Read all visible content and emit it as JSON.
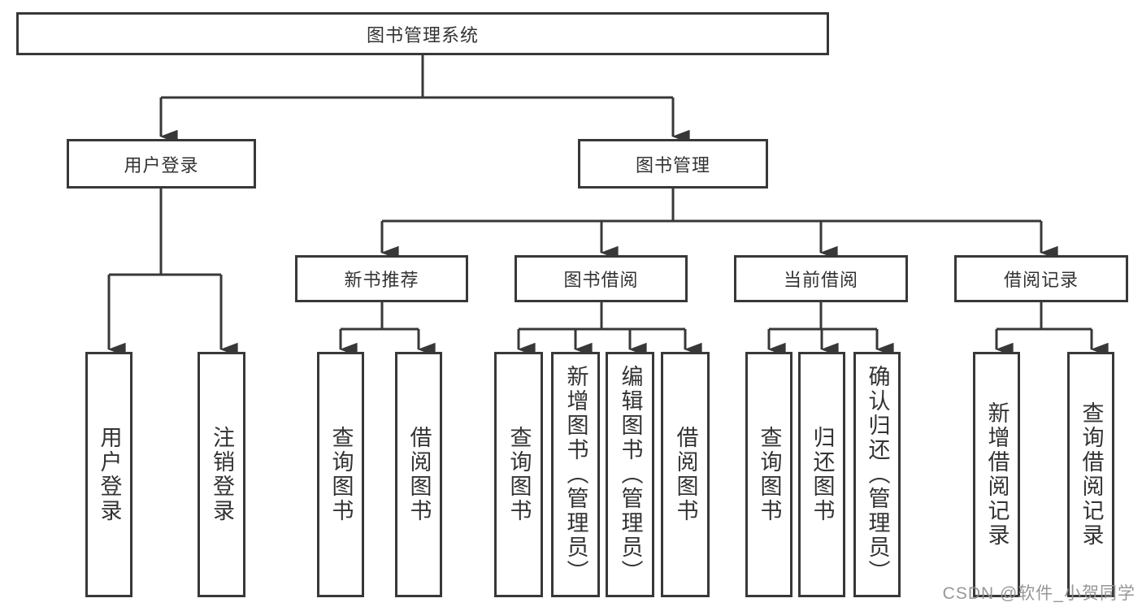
{
  "diagram": {
    "title": "图书管理系统",
    "branches": [
      {
        "label": "用户登录",
        "children": [
          {
            "label": "用户登录"
          },
          {
            "label": "注销登录"
          }
        ]
      },
      {
        "label": "图书管理",
        "children": [
          {
            "label": "新书推荐",
            "children": [
              {
                "label": "查询图书"
              },
              {
                "label": "借阅图书"
              }
            ]
          },
          {
            "label": "图书借阅",
            "children": [
              {
                "label": "查询图书"
              },
              {
                "label": "新增图书（管理员）"
              },
              {
                "label": "编辑图书（管理员）"
              },
              {
                "label": "借阅图书"
              }
            ]
          },
          {
            "label": "当前借阅",
            "children": [
              {
                "label": "查询图书"
              },
              {
                "label": "归还图书"
              },
              {
                "label": "确认归还（管理员）"
              }
            ]
          },
          {
            "label": "借阅记录",
            "children": [
              {
                "label": "新增借阅记录"
              },
              {
                "label": "查询借阅记录"
              }
            ]
          }
        ]
      }
    ]
  },
  "watermark": {
    "text": "CSDN @软件_小贺同学"
  },
  "colors": {
    "line": "#383838",
    "text": "#333333",
    "background": "#ffffff",
    "watermark": "#919191"
  }
}
